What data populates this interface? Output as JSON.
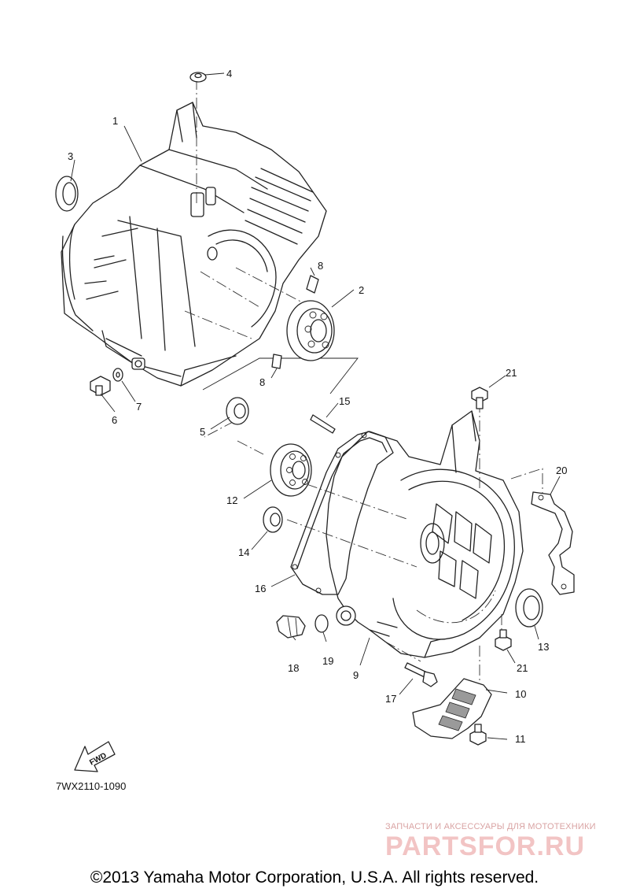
{
  "diagram": {
    "code": "7WX2110-1090",
    "fwd_arrow_label": "FWD",
    "callouts": [
      "1",
      "2",
      "3",
      "4",
      "5",
      "6",
      "7",
      "8",
      "8",
      "9",
      "10",
      "11",
      "12",
      "13",
      "14",
      "15",
      "16",
      "17",
      "18",
      "19",
      "20",
      "21",
      "21"
    ]
  },
  "watermark": {
    "tagline": "ЗАПЧАСТИ И АКСЕССУАРЫ ДЛЯ МОТОТЕХНИКИ",
    "brand": "PARTSFOR.RU"
  },
  "copyright": "©2013 Yamaha Motor Corporation, U.S.A. All rights reserved."
}
